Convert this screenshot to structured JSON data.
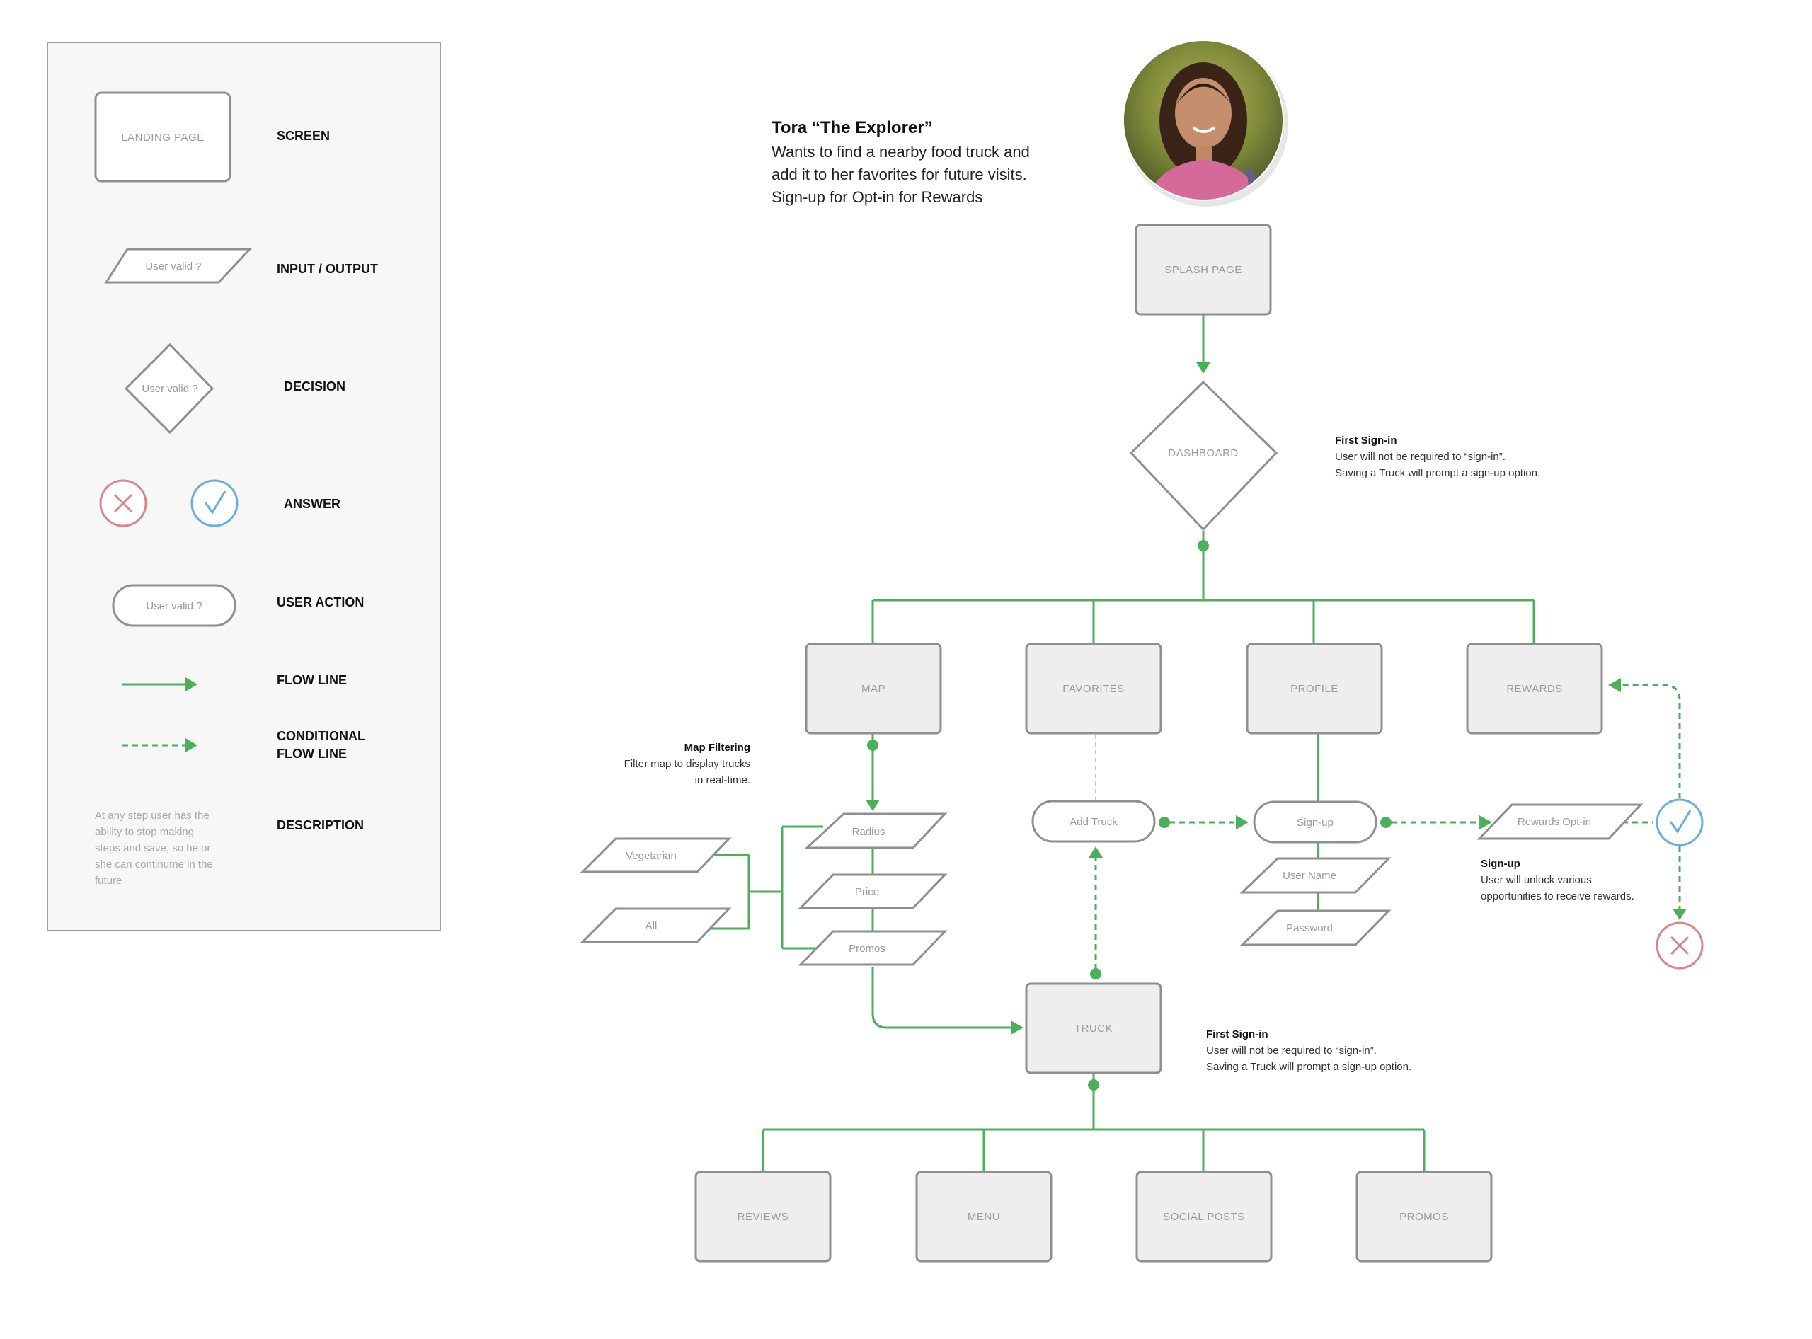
{
  "colors": {
    "flow_green": "#4caf5a",
    "screen_fill": "#efeded",
    "shape_stroke": "#8f8f8f",
    "answer_no": "#d9868a",
    "answer_yes": "#6aaee0"
  },
  "legend": {
    "screen_sample": "LANDING PAGE",
    "screen_label": "SCREEN",
    "io_sample": "User valid ?",
    "io_label": "INPUT / OUTPUT",
    "decision_sample": "User valid ?",
    "decision_label": "DECISION",
    "answer_label": "ANSWER",
    "action_sample": "User valid ?",
    "action_label": "USER ACTION",
    "flow_label": "FLOW LINE",
    "cond_label_1": "CONDITIONAL",
    "cond_label_2": "FLOW LINE",
    "desc_lines": [
      "At any step user has the",
      "ability to stop making",
      "steps and save, so he or",
      "she can continume in the",
      "future"
    ],
    "desc_label": "DESCRIPTION"
  },
  "persona": {
    "name": "Tora “The Explorer”",
    "lines": [
      "Wants to find a nearby food truck and",
      "add it to her favorites for future visits.",
      "Sign-up for Opt-in for Rewards"
    ],
    "avatar_icon": "persona-photo"
  },
  "nodes": {
    "splash": "SPLASH PAGE",
    "dashboard": "DASHBOARD",
    "map": "MAP",
    "favorites": "FAVORITES",
    "profile": "PROFILE",
    "rewards": "REWARDS",
    "truck": "TRUCK",
    "reviews": "REVIEWS",
    "menu": "MENU",
    "social_posts": "SOCIAL POSTS",
    "promos": "PROMOS"
  },
  "inputs": {
    "radius": "Radius",
    "price": "Price",
    "promos": "Promos",
    "vegetarian": "Vegetarian",
    "all": "All",
    "user_name": "User Name",
    "password": "Password",
    "rewards_optin": "Rewards Opt-in"
  },
  "actions": {
    "add_truck": "Add Truck",
    "sign_up": "Sign-up"
  },
  "notes": {
    "first_signin_1": {
      "title": "First Sign-in",
      "lines": [
        "User will not be required to “sign-in”.",
        "Saving a Truck will prompt a sign-up option."
      ]
    },
    "map_filtering": {
      "title": "Map Filtering",
      "lines": [
        "Filter map to display trucks",
        "in real-time."
      ]
    },
    "signup": {
      "title": "Sign-up",
      "lines": [
        "User will unlock various",
        "opportunities to receive rewards."
      ]
    },
    "first_signin_2": {
      "title": "First Sign-in",
      "lines": [
        "User will not be required to “sign-in”.",
        "Saving a Truck will prompt a sign-up option."
      ]
    }
  }
}
